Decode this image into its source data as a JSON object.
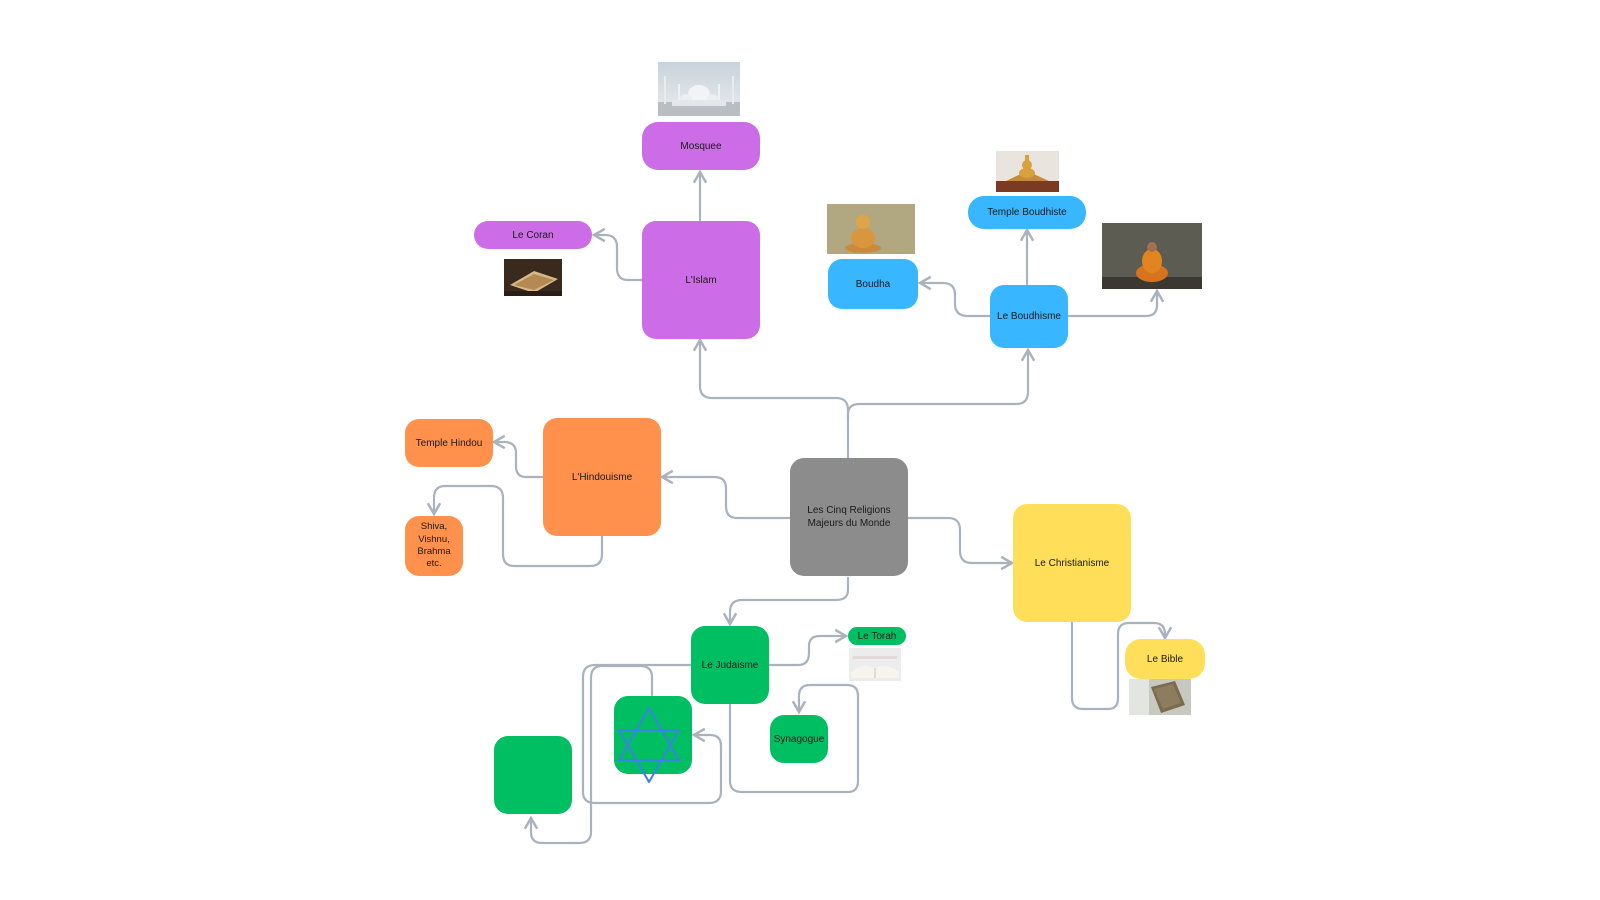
{
  "colors": {
    "center": "#8c8c8c",
    "islam": "#cc6ce6",
    "buddhism": "#38b6ff",
    "hinduism": "#ff914d",
    "christianity": "#ffde59",
    "judaism": "#00bf63",
    "connector": "#aab2bd",
    "star": "#3b82e6"
  },
  "nodes": {
    "center": "Les Cinq Religions Majeurs du Monde",
    "islam": "L'Islam",
    "mosquee": "Mosquee",
    "coran": "Le Coran",
    "bouddhisme": "Le Boudhisme",
    "temple_boudhiste": "Temple Boudhiste",
    "boudha": "Boudha",
    "hindouisme": "L'Hindouisme",
    "temple_hindou": "Temple Hindou",
    "dieux_hindous": "Shiva, Vishnu, Brahma etc.",
    "christianisme": "Le Christianisme",
    "bible": "Le Bible",
    "judaisme": "Le Judaisme",
    "torah": "Le Torah",
    "synagogue": "Synagogue"
  },
  "icons": {
    "star_of_david": "star-of-david-icon"
  }
}
